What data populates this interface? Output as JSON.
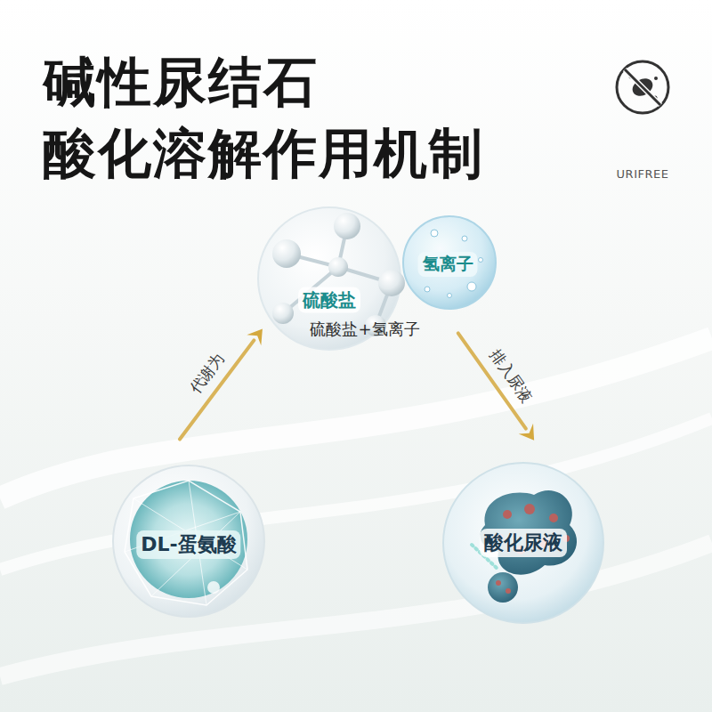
{
  "diagram": {
    "title": "碱性尿结石 酸化溶解作用机制",
    "nodes": [
      {
        "text": [
          "DL-蛋氨酸",
          "DL-蛋氨酸"
        ]
      },
      {
        "text": [
          "硫酸盐",
          "硫酸盐+氢离子"
        ]
      },
      {
        "text": [
          "氢离子"
        ]
      },
      {
        "text": [
          "酸化尿液"
        ]
      }
    ],
    "edges": [
      {
        "from": 0,
        "to": 1,
        "label": "代谢为",
        "arrow": "to"
      },
      {
        "from": 2,
        "to": 3,
        "label": "排入尿液",
        "arrow": "to"
      }
    ],
    "labels": [
      "URIFREE"
    ]
  }
}
